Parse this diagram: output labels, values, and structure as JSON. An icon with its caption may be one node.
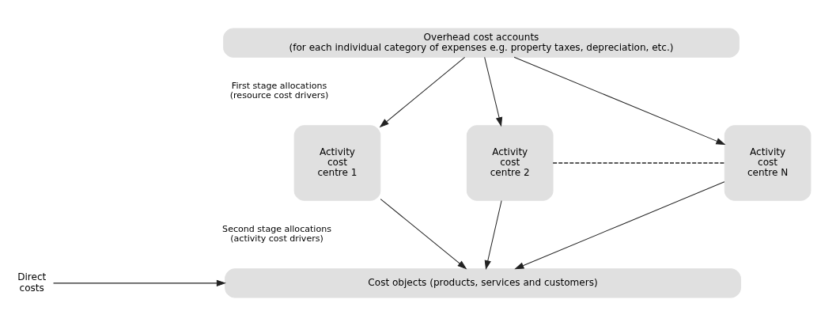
{
  "diagram": {
    "nodes": [
      {
        "text": [
          "Overhead cost accounts",
          "(for each individual category of expenses e.g. property taxes, depreciation, etc.)"
        ]
      },
      {
        "text": [
          "Activity cost centre 1"
        ]
      },
      {
        "text": [
          "Activity cost centre 2"
        ]
      },
      {
        "text": [
          "Activity cost centre N"
        ]
      },
      {
        "text": [
          "Cost objects (products, services and customers)"
        ]
      },
      {
        "text": [
          "Direct costs"
        ]
      }
    ],
    "edges": [
      {
        "from": 0,
        "to": 1,
        "arrow": "to"
      },
      {
        "from": 0,
        "to": 2,
        "arrow": "to"
      },
      {
        "from": 0,
        "to": 3,
        "arrow": "to"
      },
      {
        "from": 2,
        "to": 3,
        "arrow": "none",
        "style": "dashed"
      },
      {
        "from": 1,
        "to": 4,
        "arrow": "to"
      },
      {
        "from": 2,
        "to": 4,
        "arrow": "to"
      },
      {
        "from": 3,
        "to": 4,
        "arrow": "to"
      },
      {
        "from": 5,
        "to": 4,
        "arrow": "to"
      }
    ],
    "labels": [
      "First stage allocations (resource cost drivers)",
      "Second stage allocations (activity cost drivers)"
    ]
  }
}
